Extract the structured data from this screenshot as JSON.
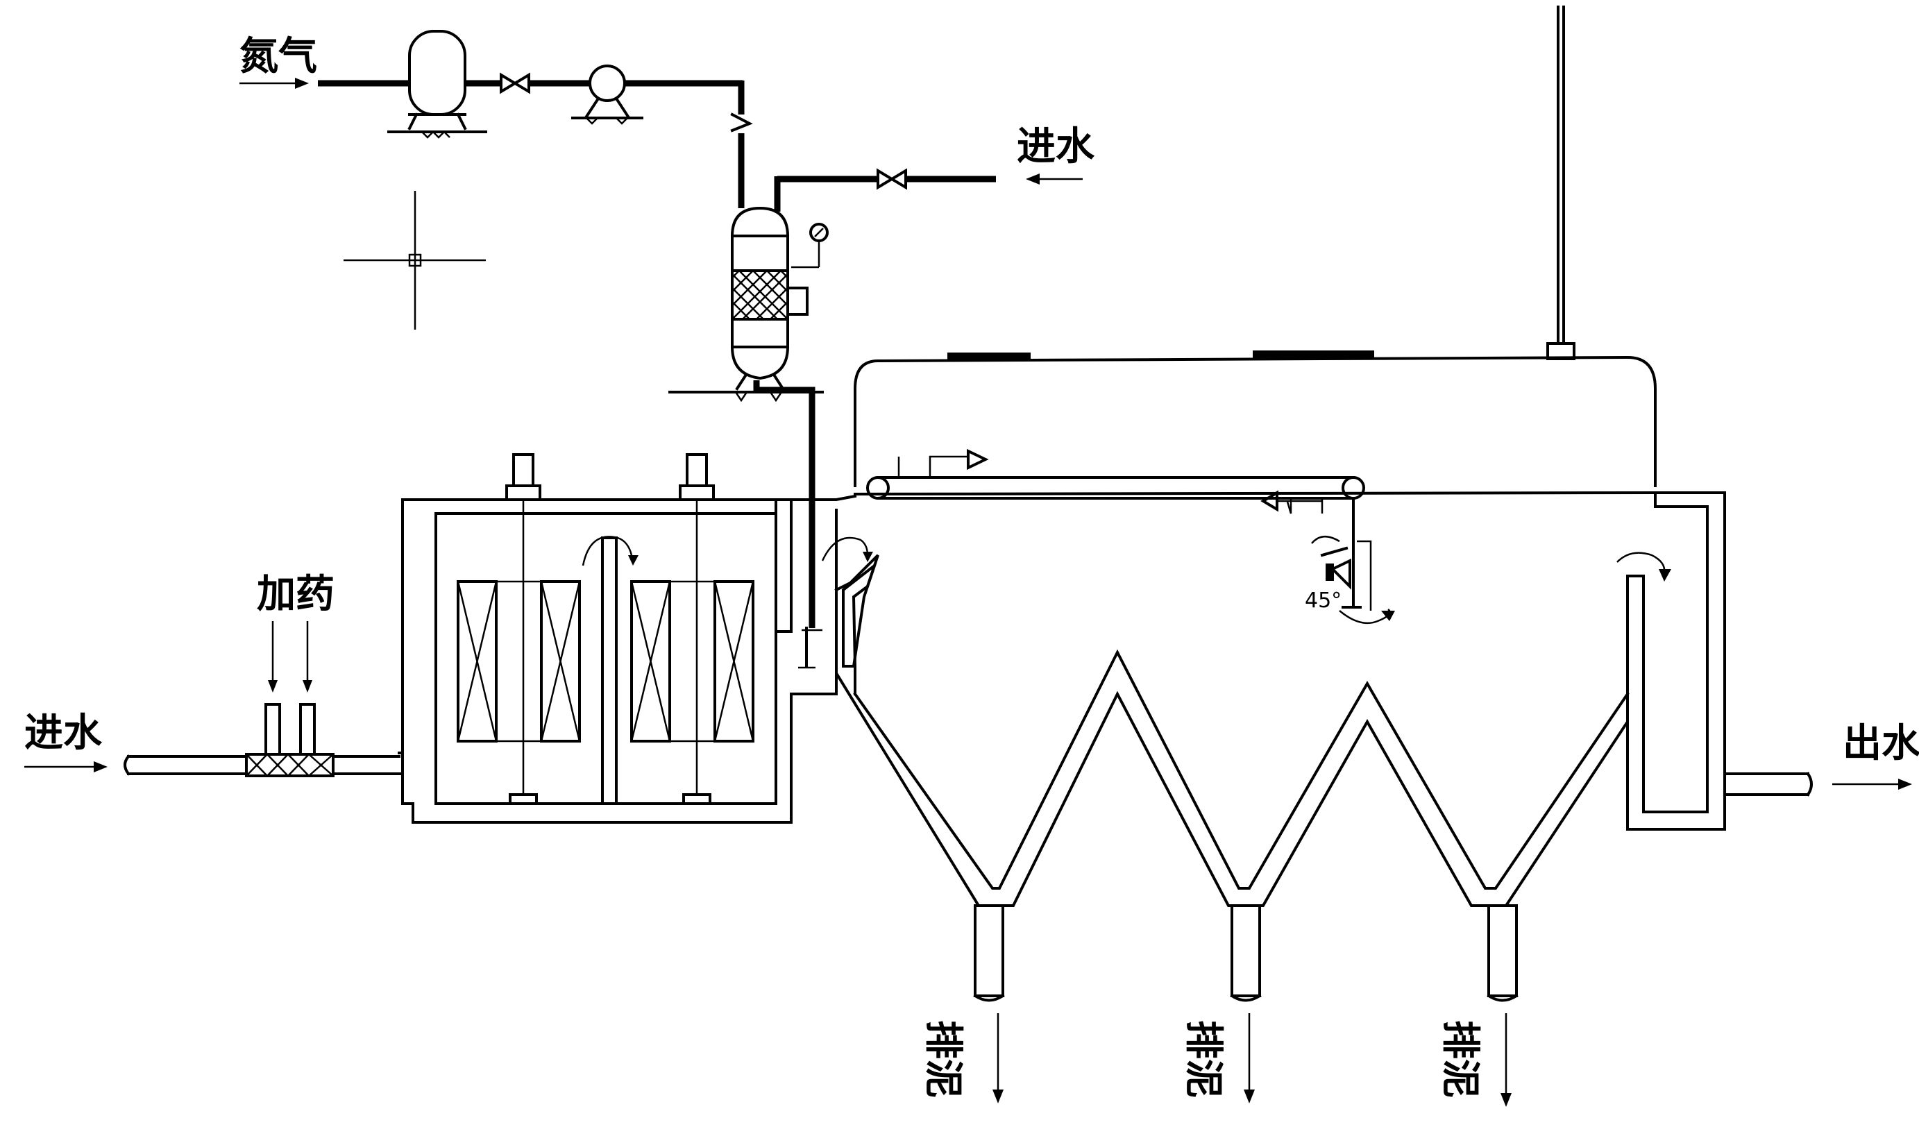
{
  "labels": {
    "nitrogen": "氮气",
    "inlet_top": "进水",
    "dosing": "加药",
    "inlet_left": "进水",
    "outlet": "出水",
    "sludge_1": "排泥",
    "sludge_2": "排泥",
    "sludge_3": "排泥",
    "angle": "45°"
  },
  "colors": {
    "line": "#000000",
    "background": "#ffffff"
  }
}
